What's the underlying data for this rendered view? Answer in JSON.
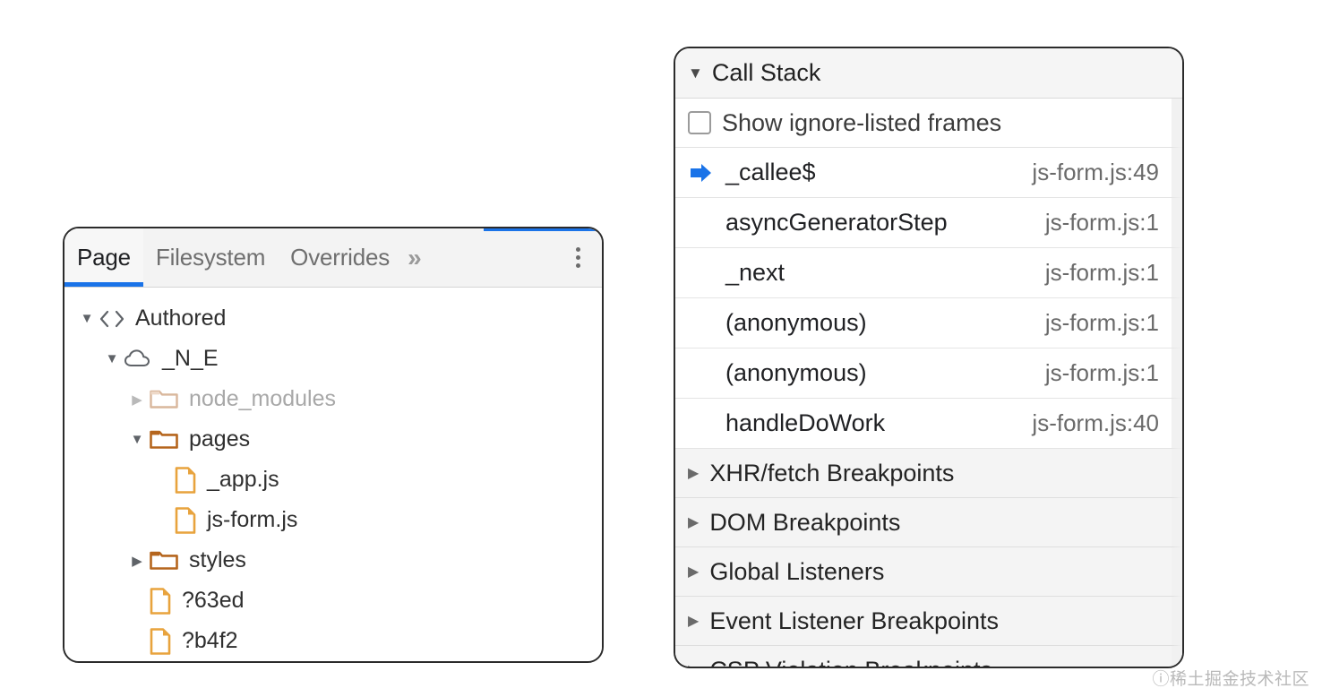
{
  "sources_panel": {
    "tabs": [
      {
        "label": "Page",
        "active": true
      },
      {
        "label": "Filesystem",
        "active": false
      },
      {
        "label": "Overrides",
        "active": false
      }
    ],
    "overflow_label": "»",
    "more_options_name": "more-options",
    "tree": [
      {
        "label": "Authored",
        "level": 0,
        "twisty": "▼",
        "icon": "code-icon",
        "muted": false
      },
      {
        "label": "_N_E",
        "level": 1,
        "twisty": "▼",
        "icon": "cloud-icon",
        "muted": false
      },
      {
        "label": "node_modules",
        "level": 2,
        "twisty": "▶",
        "icon": "folder-icon",
        "muted": true
      },
      {
        "label": "pages",
        "level": 2,
        "twisty": "▼",
        "icon": "folder-icon",
        "muted": false
      },
      {
        "label": "_app.js",
        "level": 3,
        "twisty": "",
        "icon": "file-icon",
        "muted": false
      },
      {
        "label": "js-form.js",
        "level": 3,
        "twisty": "",
        "icon": "file-icon",
        "muted": false
      },
      {
        "label": "styles",
        "level": 2,
        "twisty": "▶",
        "icon": "folder-icon",
        "muted": false
      },
      {
        "label": "?63ed",
        "level": 2,
        "twisty": "",
        "icon": "file-icon",
        "muted": false
      },
      {
        "label": "?b4f2",
        "level": 2,
        "twisty": "",
        "icon": "file-icon",
        "muted": false
      }
    ]
  },
  "call_stack_panel": {
    "title": "Call Stack",
    "title_twisty": "▼",
    "ignore_listed": {
      "label": "Show ignore-listed frames",
      "checked": false
    },
    "frames": [
      {
        "name": "_callee$",
        "location": "js-form.js:49",
        "active": true
      },
      {
        "name": "asyncGeneratorStep",
        "location": "js-form.js:1",
        "active": false
      },
      {
        "name": "_next",
        "location": "js-form.js:1",
        "active": false
      },
      {
        "name": "(anonymous)",
        "location": "js-form.js:1",
        "active": false
      },
      {
        "name": "(anonymous)",
        "location": "js-form.js:1",
        "active": false
      },
      {
        "name": "handleDoWork",
        "location": "js-form.js:40",
        "active": false
      }
    ],
    "sections": [
      {
        "label": "XHR/fetch Breakpoints",
        "twisty": "▶"
      },
      {
        "label": "DOM Breakpoints",
        "twisty": "▶"
      },
      {
        "label": "Global Listeners",
        "twisty": "▶"
      },
      {
        "label": "Event Listener Breakpoints",
        "twisty": "▶"
      },
      {
        "label": "CSP Violation Breakpoints",
        "twisty": "▶"
      }
    ]
  },
  "watermark": "ⓘ稀土掘金技术社区",
  "colors": {
    "accent_blue": "#1a73e8",
    "folder_orange": "#b5651d",
    "file_orange": "#e8a33d",
    "muted_gray": "#a8a8a8"
  }
}
